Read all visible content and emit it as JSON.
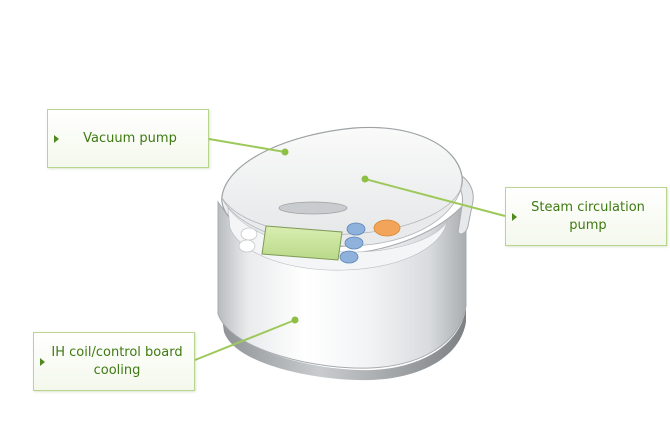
{
  "callouts": [
    {
      "label": "Vacuum pump"
    },
    {
      "label": "Steam circulation pump"
    },
    {
      "label": "IH coil/control board cooling"
    }
  ],
  "colors": {
    "accent_green": "#4f8a1e",
    "callout_border": "#b9d48f",
    "leader_line": "#9cc95a"
  }
}
